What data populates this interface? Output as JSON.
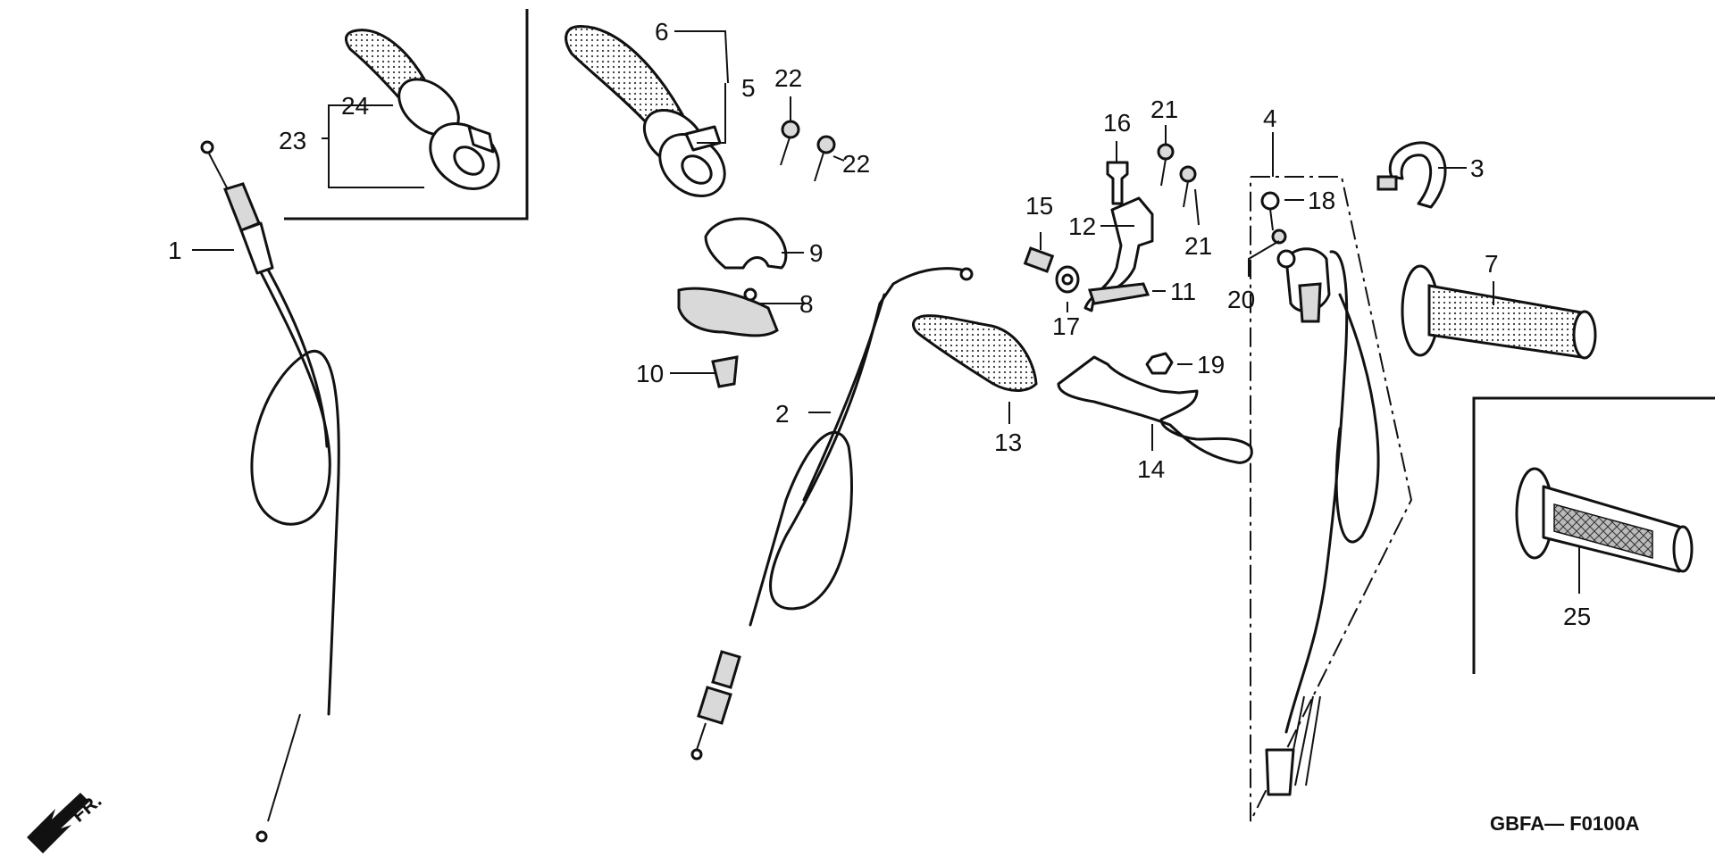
{
  "diagram": {
    "direction_label": "FR.",
    "drawing_code": "GBFA— F0100A",
    "callouts": [
      "1",
      "2",
      "3",
      "4",
      "5",
      "6",
      "7",
      "8",
      "9",
      "10",
      "11",
      "12",
      "13",
      "14",
      "15",
      "16",
      "17",
      "18",
      "19",
      "20",
      "21",
      "21",
      "22",
      "22",
      "23",
      "24",
      "25"
    ]
  }
}
